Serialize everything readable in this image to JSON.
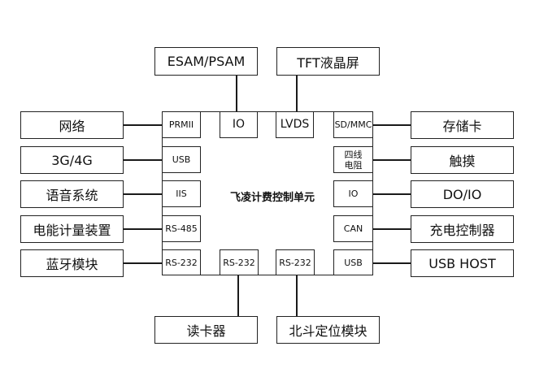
{
  "center": {
    "title": "飞凌计费控制单元"
  },
  "top": {
    "esam": "ESAM/PSAM",
    "tft": "TFT液晶屏"
  },
  "bottom": {
    "card_reader": "读卡器",
    "beidou": "北斗定位模块"
  },
  "left": {
    "network": "网络",
    "mobile": "3G/4G",
    "voice": "语音系统",
    "meter": "电能计量装置",
    "bluetooth": "蓝牙模块"
  },
  "right": {
    "storage": "存储卡",
    "touch": "触摸",
    "dio": "DO/IO",
    "charger": "充电控制器",
    "usbhost": "USB HOST"
  },
  "ports": {
    "prmii": "PRMII",
    "io_top": "IO",
    "lvds": "LVDS",
    "sdmmc": "SD/MMC",
    "usb_left": "USB",
    "touch_line1": "四线",
    "touch_line2": "电阻",
    "iis": "IIS",
    "io_right": "IO",
    "rs485": "RS-485",
    "can": "CAN",
    "rs232_left": "RS-232",
    "rs232_b1": "RS-232",
    "rs232_b2": "RS-232",
    "usb_right": "USB"
  }
}
